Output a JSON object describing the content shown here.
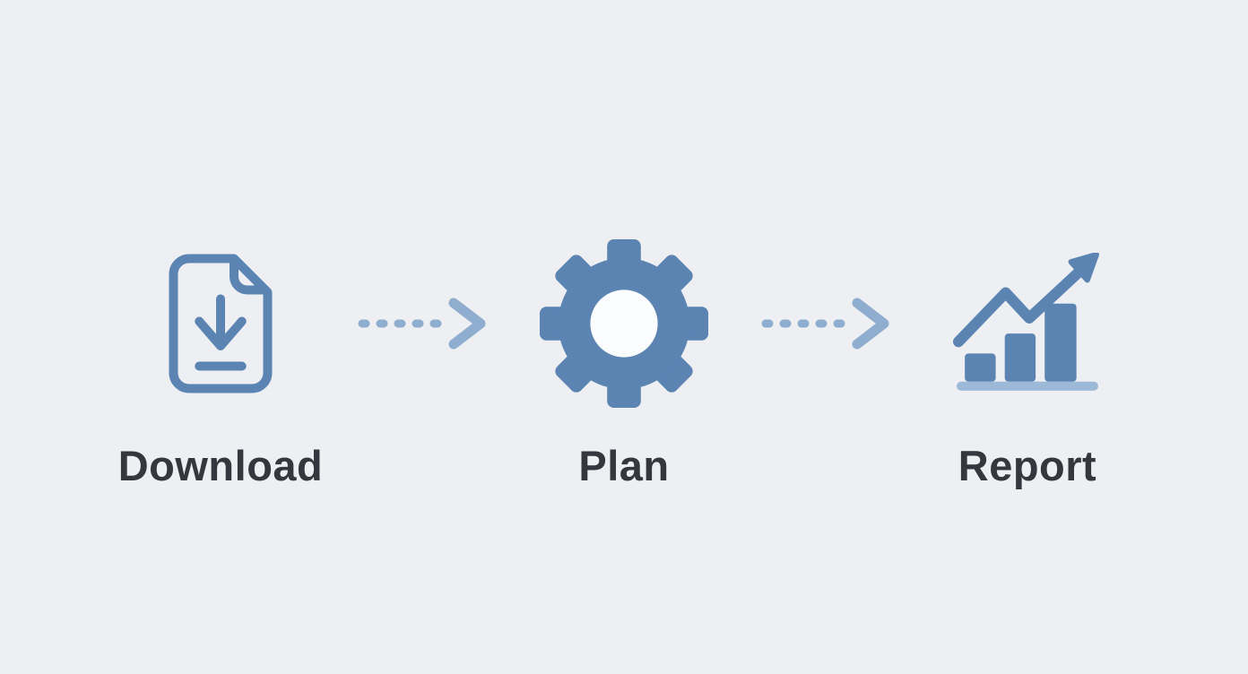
{
  "diagram": {
    "title": "process-flow",
    "background_color": "#edeff2",
    "steps": [
      {
        "label": "Download",
        "icon": "document-download-icon"
      },
      {
        "label": "Plan",
        "icon": "gear-icon"
      },
      {
        "label": "Report",
        "icon": "chart-growth-icon"
      }
    ],
    "connectors": [
      {
        "icon": "dashed-arrow-right-icon",
        "direction": "right"
      },
      {
        "icon": "dashed-arrow-right-icon",
        "direction": "right"
      }
    ],
    "colors": {
      "icon_blue": "#5b84b3",
      "connector_blue": "#8fadce",
      "chart_baseline_blue": "#9db9d8",
      "label_text": "#34373d",
      "gear_hole": "#fbfcfd"
    }
  }
}
